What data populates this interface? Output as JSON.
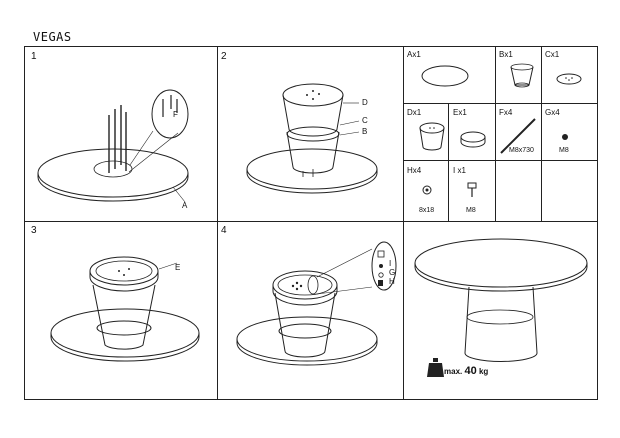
{
  "document": {
    "title": "VEGAS"
  },
  "steps": [
    {
      "number": "1",
      "callouts": [
        "F",
        "A"
      ]
    },
    {
      "number": "2",
      "callouts": [
        "D",
        "C",
        "B"
      ]
    },
    {
      "number": "3",
      "callouts": [
        "E"
      ]
    },
    {
      "number": "4",
      "callouts": [
        "I",
        "G",
        "H"
      ]
    }
  ],
  "parts": [
    {
      "label": "Ax1",
      "detail": ""
    },
    {
      "label": "Bx1",
      "detail": ""
    },
    {
      "label": "Cx1",
      "detail": ""
    },
    {
      "label": "Dx1",
      "detail": ""
    },
    {
      "label": "Ex1",
      "detail": ""
    },
    {
      "label": "Fx4",
      "detail": "M8x730"
    },
    {
      "label": "Gx4",
      "detail": "M8"
    },
    {
      "label": "Hx4",
      "detail": "8x18"
    },
    {
      "label": "I x1",
      "detail": "M8"
    }
  ],
  "max_load": {
    "prefix": "max.",
    "value": "40",
    "unit": "kg"
  }
}
